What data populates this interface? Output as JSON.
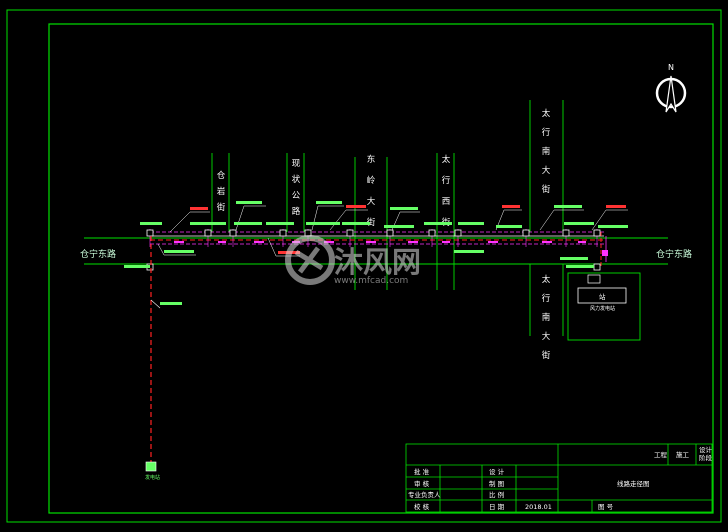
{
  "north_label": "N",
  "roads": {
    "left": "仓宁东路",
    "right": "仓宁东路",
    "streets": [
      {
        "id": "cangyan",
        "text": "仓岩街"
      },
      {
        "id": "xianzhuang",
        "text": "现状公路"
      },
      {
        "id": "dongling",
        "text": "东岭大街"
      },
      {
        "id": "taihangxi",
        "text": "太行西街"
      },
      {
        "id": "taihang-n",
        "text": "太行南大街"
      },
      {
        "id": "taihang-s",
        "text": "太行南大街"
      }
    ]
  },
  "substation": {
    "box_label": "站",
    "caption": "风力发电站"
  },
  "generator_label": "发电站",
  "watermark": {
    "brand": "沐风网",
    "url": "www.mfcad.com"
  },
  "title_block": {
    "project_prefix": "工程",
    "stage": "施工",
    "stage_extra_1": "设计",
    "stage_extra_2": "阶段",
    "roles_left": [
      "批 准",
      "审 核",
      "专业负责人",
      "校 核"
    ],
    "roles_mid": [
      "设 计",
      "制 图",
      "比 例",
      "日 期"
    ],
    "date": "2018.01",
    "drawing_no_label": "图 号",
    "drawing_title": "线路走径图"
  },
  "colors": {
    "frame": "#00e000",
    "route_red": "#ff2222",
    "route_magenta": "#ff33ff",
    "cable_white": "#ffffff",
    "tag_green": "#66ff66",
    "tag_red": "#ff3333"
  }
}
